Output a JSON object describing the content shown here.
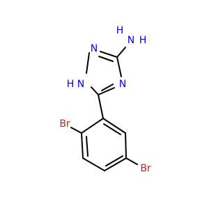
{
  "colors": {
    "bond": "#000000",
    "nitrogen": "#0000ff",
    "bromine": "#a52a2a"
  },
  "atoms": {
    "amine_h": "H",
    "amine_n": "N",
    "amine_h2": "H",
    "triazole_n1": "N",
    "triazole_nh": "N",
    "triazole_nh_h": "H",
    "triazole_n4": "N",
    "br_ortho": "Br",
    "br_meta": "Br"
  }
}
